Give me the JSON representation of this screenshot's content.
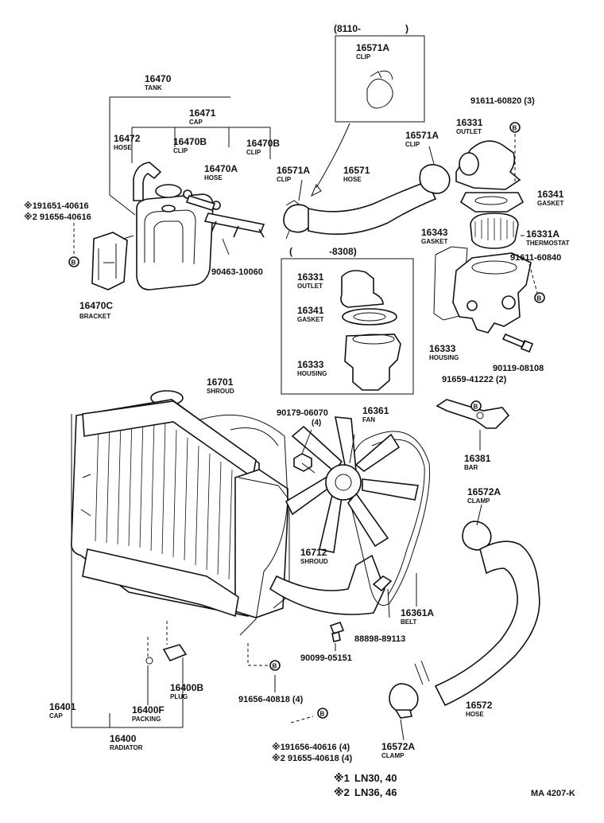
{
  "diagram": {
    "inset_top_label": "(8110-",
    "inset_top_close": ")",
    "inset_mid_label": "(",
    "inset_mid_range": "-8308)",
    "reference_code": "MA 4207-K",
    "legend": [
      {
        "mark": "※1",
        "models": "LN30, 40"
      },
      {
        "mark": "※2",
        "models": "LN36, 46"
      }
    ],
    "parts": {
      "p16470": {
        "num": "16470",
        "name": "TANK"
      },
      "p16471": {
        "num": "16471",
        "name": "CAP"
      },
      "p16472": {
        "num": "16472",
        "name": "HOSE"
      },
      "p16470B_a": {
        "num": "16470B",
        "name": "CLIP"
      },
      "p16470B_b": {
        "num": "16470B",
        "name": "CLIP"
      },
      "p16470A": {
        "num": "16470A",
        "name": "HOSE"
      },
      "p91651": {
        "num": "※191651-40616",
        "name": ""
      },
      "p91656a": {
        "num": "※2 91656-40616",
        "name": ""
      },
      "p16470C": {
        "num": "16470C",
        "name": "BRACKET"
      },
      "p90463": {
        "num": "90463-10060",
        "name": ""
      },
      "p16571A_top": {
        "num": "16571A",
        "name": "CLIP"
      },
      "p16571A_left": {
        "num": "16571A",
        "name": "CLIP"
      },
      "p16571": {
        "num": "16571",
        "name": "HOSE"
      },
      "p16571A_right": {
        "num": "16571A",
        "name": "CLIP"
      },
      "p91611a": {
        "num": "91611-60820 (3)",
        "name": ""
      },
      "p16331": {
        "num": "16331",
        "name": "OUTLET"
      },
      "p16341": {
        "num": "16341",
        "name": "GASKET"
      },
      "p16343": {
        "num": "16343",
        "name": "GASKET"
      },
      "p16331A": {
        "num": "16331A",
        "name": "THERMOSTAT"
      },
      "p91611b": {
        "num": "91611-60840",
        "name": ""
      },
      "p16333": {
        "num": "16333",
        "name": "HOUSING"
      },
      "p90119": {
        "num": "90119-08108",
        "name": ""
      },
      "p91659": {
        "num": "91659-41222 (2)",
        "name": ""
      },
      "p16381": {
        "num": "16381",
        "name": "BAR"
      },
      "i16331": {
        "num": "16331",
        "name": "OUTLET"
      },
      "i16341": {
        "num": "16341",
        "name": "GASKET"
      },
      "i16333": {
        "num": "16333",
        "name": "HOUSING"
      },
      "p16701": {
        "num": "16701",
        "name": "SHROUD"
      },
      "p90179": {
        "num": "90179-06070",
        "name": "(4)"
      },
      "p16361": {
        "num": "16361",
        "name": "FAN"
      },
      "p16572A_top": {
        "num": "16572A",
        "name": "CLAMP"
      },
      "p16712": {
        "num": "16712",
        "name": "SHROUD"
      },
      "p16361A": {
        "num": "16361A",
        "name": "BELT"
      },
      "p88898": {
        "num": "88898-89113",
        "name": ""
      },
      "p90099": {
        "num": "90099-05151",
        "name": ""
      },
      "p16400B": {
        "num": "16400B",
        "name": "PLUG"
      },
      "p16401": {
        "num": "16401",
        "name": "CAP"
      },
      "p16400F": {
        "num": "16400F",
        "name": "PACKING"
      },
      "p16400": {
        "num": "16400",
        "name": "RADIATOR"
      },
      "p91656b": {
        "num": "91656-40818 (4)",
        "name": ""
      },
      "p16572": {
        "num": "16572",
        "name": "HOSE"
      },
      "p16572A_bot": {
        "num": "16572A",
        "name": "CLAMP"
      },
      "p91656c": {
        "num": "※191656-40616 (4)",
        "name": ""
      },
      "p91655": {
        "num": "※2 91655-40618 (4)",
        "name": ""
      }
    },
    "bolt_markers": [
      {
        "letter": "B"
      },
      {
        "letter": "B"
      },
      {
        "letter": "B"
      },
      {
        "letter": "B"
      },
      {
        "letter": "B"
      },
      {
        "letter": "B"
      }
    ]
  }
}
